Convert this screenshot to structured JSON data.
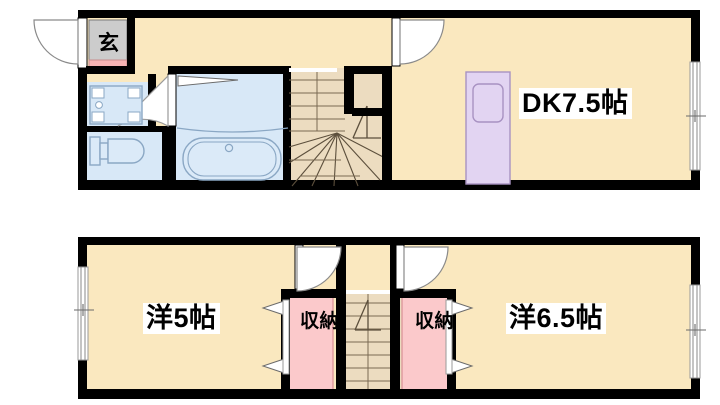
{
  "plan": {
    "title": "Japanese maisonette floor plan",
    "floors": [
      {
        "name": "upper-floor",
        "rooms": [
          {
            "key": "entrance",
            "label": "玄",
            "type": "genkan"
          },
          {
            "key": "washroom",
            "label": "",
            "type": "washbasin"
          },
          {
            "key": "toilet",
            "label": "",
            "type": "toilet"
          },
          {
            "key": "bath",
            "label": "",
            "type": "bathroom"
          },
          {
            "key": "stairs_up",
            "label": "",
            "type": "winder-stairs"
          },
          {
            "key": "dk",
            "label": "DK7.5帖",
            "type": "dining-kitchen"
          }
        ]
      },
      {
        "name": "lower-floor",
        "rooms": [
          {
            "key": "room_left",
            "label": "洋5帖",
            "type": "western-room"
          },
          {
            "key": "closet_left",
            "label": "収納",
            "type": "closet"
          },
          {
            "key": "stairs_down",
            "label": "",
            "type": "straight-stairs"
          },
          {
            "key": "closet_right",
            "label": "収納",
            "type": "closet"
          },
          {
            "key": "room_right",
            "label": "洋6.5帖",
            "type": "western-room"
          }
        ]
      }
    ],
    "labels": {
      "entrance": "玄",
      "dk": "DK7.5帖",
      "room_left": "洋5帖",
      "room_right": "洋6.5帖",
      "closet_left": "収納",
      "closet_right": "収納"
    },
    "colors": {
      "wall": "#000000",
      "floor": "#fae8bf",
      "water_area": "#d8e8f7",
      "stairs": "#ecdcc0",
      "closet": "#fbc9cb",
      "kitchen": "#e2d4f2",
      "genkan": "#cccccc",
      "shoe_box": "#f7b3b3",
      "fixture_outline": "#8aa7c4",
      "background": "#ffffff"
    }
  }
}
